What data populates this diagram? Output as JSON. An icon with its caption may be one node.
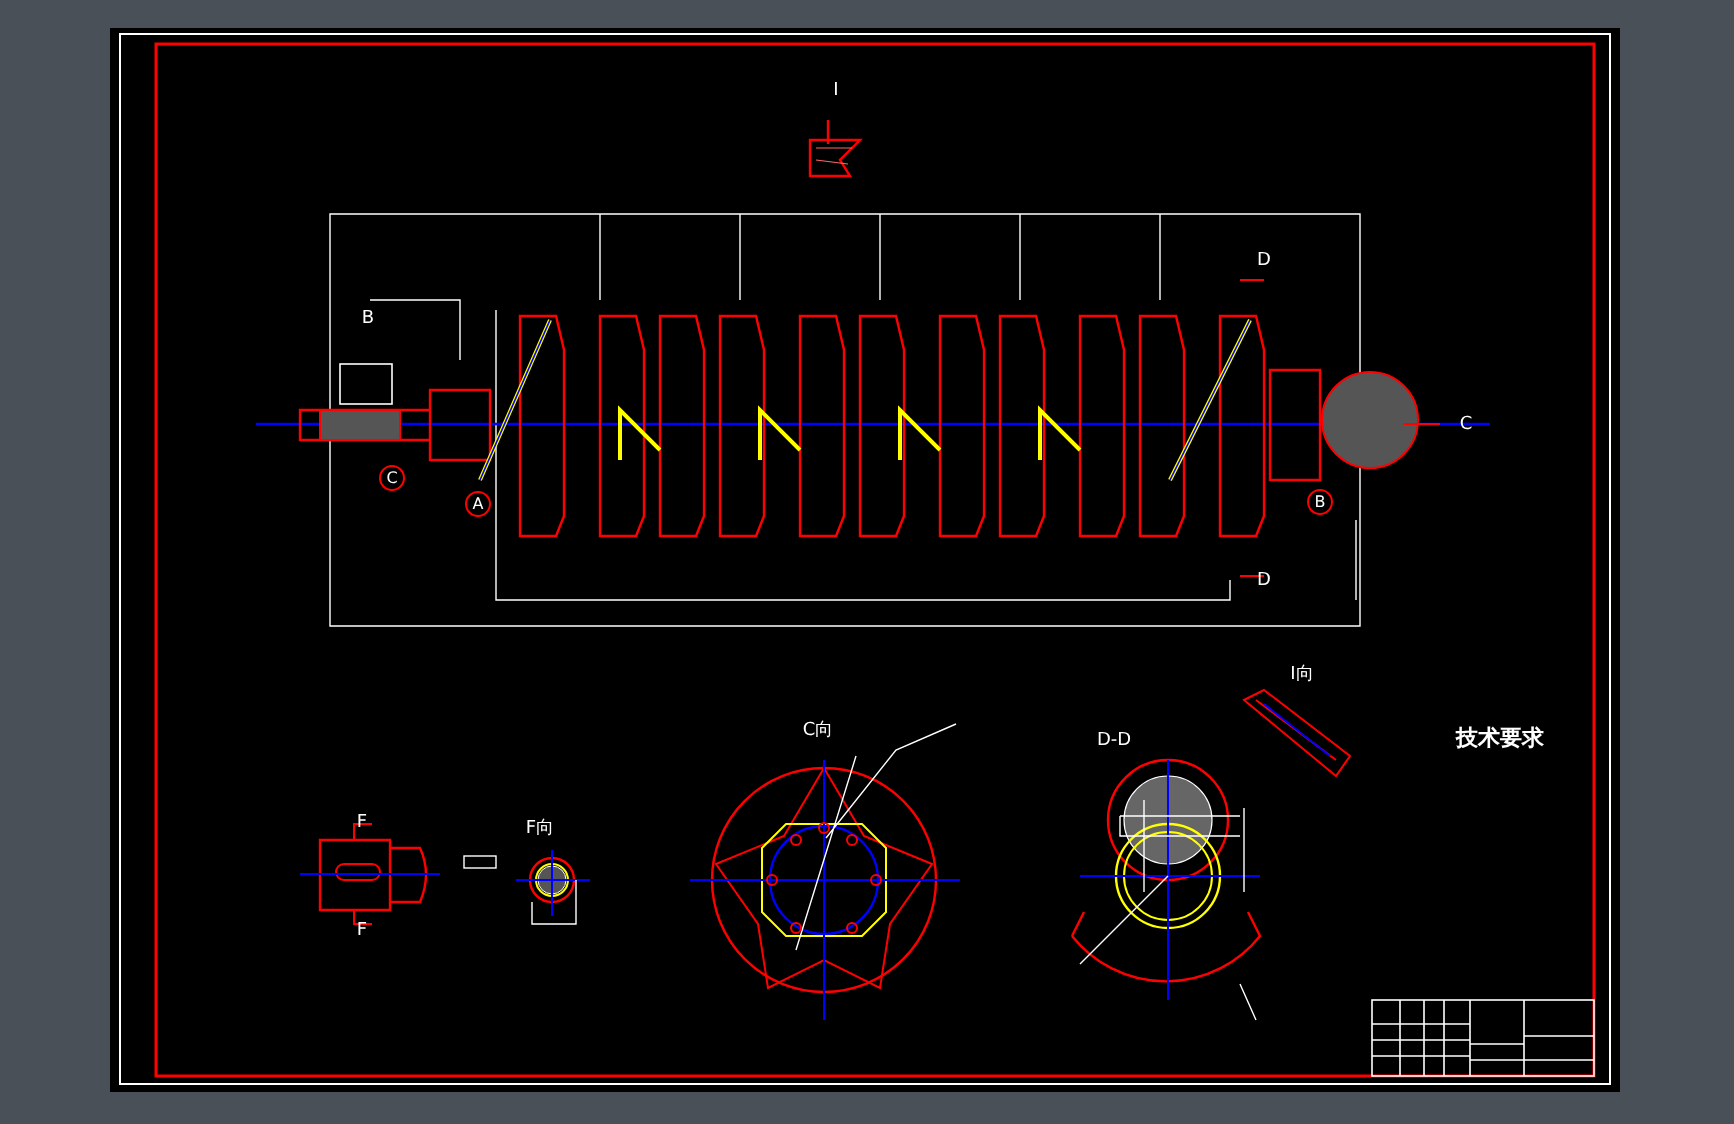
{
  "diagram": {
    "labels": [
      "I",
      "B",
      "D",
      "C",
      "A",
      "B",
      "C",
      "D",
      "I向",
      "C向",
      "D-D",
      "技术要求",
      "F",
      "F向",
      "F"
    ]
  }
}
